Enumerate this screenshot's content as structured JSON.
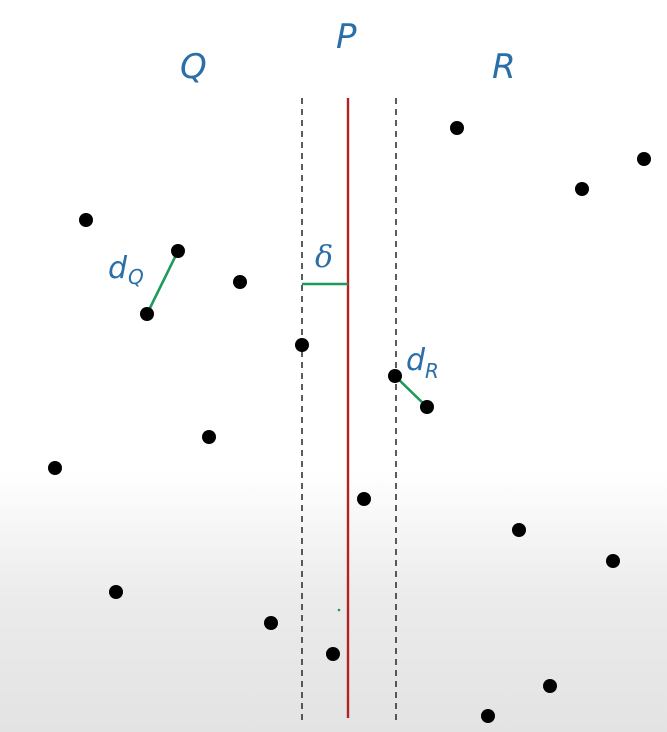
{
  "labels": {
    "region_left": "Q",
    "region_middle": "P",
    "region_right": "R",
    "delta": "δ",
    "d_left_main": "d",
    "d_left_sub": "Q",
    "d_right_main": "d",
    "d_right_sub": "R"
  },
  "colors": {
    "split_line": "#b22222",
    "strip_boundary": "#333333",
    "distance_segment": "#1f9a5c",
    "label": "#2a6fa8",
    "point": "#000000"
  },
  "point_count": 20
}
